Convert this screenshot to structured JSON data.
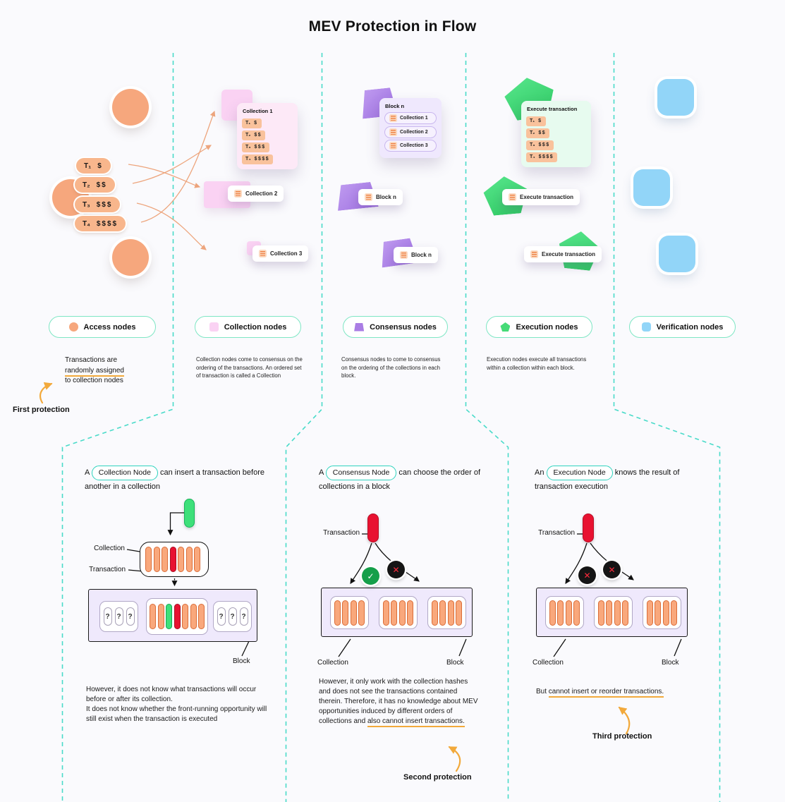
{
  "title": "MEV Protection in Flow",
  "colors": {
    "teal_dash": "#3fd9c6",
    "access_orange": "#f6a77d",
    "collection_pink": "#fad2f3",
    "consensus_purple": "#aa7de4",
    "execution_green": "#46db77",
    "verification_blue": "#92d5f8",
    "highlight_yellow": "#f2a93b",
    "insert_green": "#3ee07a",
    "attack_red": "#e81231"
  },
  "icons": {
    "check": "✓",
    "cross": "✕",
    "list": "three-orange-lines"
  },
  "transactions": [
    {
      "label": "T₁",
      "amount": "$"
    },
    {
      "label": "T₂",
      "amount": "$$"
    },
    {
      "label": "T₃",
      "amount": "$$$"
    },
    {
      "label": "T₄",
      "amount": "$$$$"
    }
  ],
  "access": {
    "legend": "Access nodes",
    "desc_line1": "Transactions are",
    "desc_line2": "randomly assigned",
    "desc_line3": "to collection nodes",
    "protection": "First protection"
  },
  "collection": {
    "legend": "Collection nodes",
    "card_title": "Collection 1",
    "node2_label": "Collection 2",
    "node3_label": "Collection 3",
    "description": "Collection nodes come to consensus on the ordering of the transactions. An ordered set of transaction is called a Collection"
  },
  "consensus": {
    "legend": "Consensus nodes",
    "card_title": "Block n",
    "items": [
      "Collection 1",
      "Collection 2",
      "Collection 3"
    ],
    "node2_label": "Block n",
    "node3_label": "Block n",
    "description": "Consensus nodes to come to consensus on the ordering of the collections in each block."
  },
  "execution": {
    "legend": "Execution nodes",
    "card_title": "Execute transaction",
    "node2_label": "Execute transaction",
    "node3_label": "Execute transaction",
    "description": "Execution nodes execute all transactions within a collection within each block."
  },
  "verification": {
    "legend": "Verification nodes"
  },
  "panel1": {
    "heading_pre": "A",
    "heading_node": "Collection Node",
    "heading_post": "can insert a transaction before another in a collection",
    "label_collection": "Collection",
    "label_transaction": "Transaction",
    "label_block": "Block",
    "unknown": "?",
    "body": "However, it does not know what transactions will occur before or after its collection.\nIt does not know whether the front-running opportunity will still exist when the transaction is executed"
  },
  "panel2": {
    "heading_pre": "A",
    "heading_node": "Consensus Node",
    "heading_post": "can choose the order of collections in a block",
    "label_transaction": "Transaction",
    "label_collection": "Collection",
    "label_block": "Block",
    "body_pre": "However, it only work with the collection hashes and does not see the transactions contained therein. Therefore, it has no knowledge about MEV opportunities induced by different orders of collections and",
    "body_underlined": "also cannot insert transactions.",
    "protection": "Second protection"
  },
  "panel3": {
    "heading_pre": "An",
    "heading_node": "Execution Node",
    "heading_post": "knows the result of transaction execution",
    "label_transaction": "Transaction",
    "label_collection": "Collection",
    "label_block": "Block",
    "body_pre": "But",
    "body_underlined": "cannot insert or reorder transactions.",
    "protection": "Third protection"
  }
}
